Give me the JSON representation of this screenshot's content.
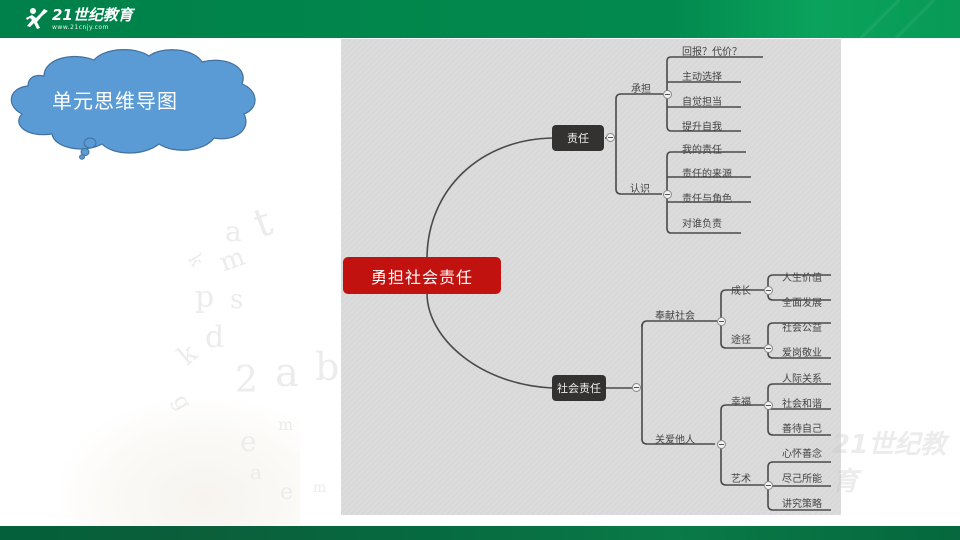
{
  "header": {
    "logo_main": "21世纪教育",
    "logo_sub": "www.21cnjy.com",
    "bar_color": "#00804a"
  },
  "callout": {
    "title": "单元思维导图",
    "fill_color": "#5b9bd5"
  },
  "mindmap": {
    "root": "勇担社会责任",
    "root_color": "#c1120f",
    "branches": [
      {
        "label": "责任",
        "children": [
          {
            "label": "承担",
            "items": [
              "回报？代价？",
              "主动选择",
              "自觉担当",
              "提升自我"
            ]
          },
          {
            "label": "认识",
            "items": [
              "我的责任",
              "责任的来源",
              "责任与角色",
              "对谁负责"
            ]
          }
        ]
      },
      {
        "label": "社会责任",
        "children": [
          {
            "label": "奉献社会",
            "children": [
              {
                "label": "成长",
                "items": [
                  "人生价值",
                  "全面发展"
                ]
              },
              {
                "label": "途径",
                "items": [
                  "社会公益",
                  "爱岗敬业"
                ]
              }
            ]
          },
          {
            "label": "关爱他人",
            "children": [
              {
                "label": "幸福",
                "items": [
                  "人际关系",
                  "社会和谐",
                  "善待自己"
                ]
              },
              {
                "label": "艺术",
                "items": [
                  "心怀善念",
                  "尽己所能",
                  "讲究策略"
                ]
              }
            ]
          }
        ]
      }
    ]
  },
  "watermark": {
    "text": "21世纪教育",
    "url": "www.21cnjy.com"
  }
}
